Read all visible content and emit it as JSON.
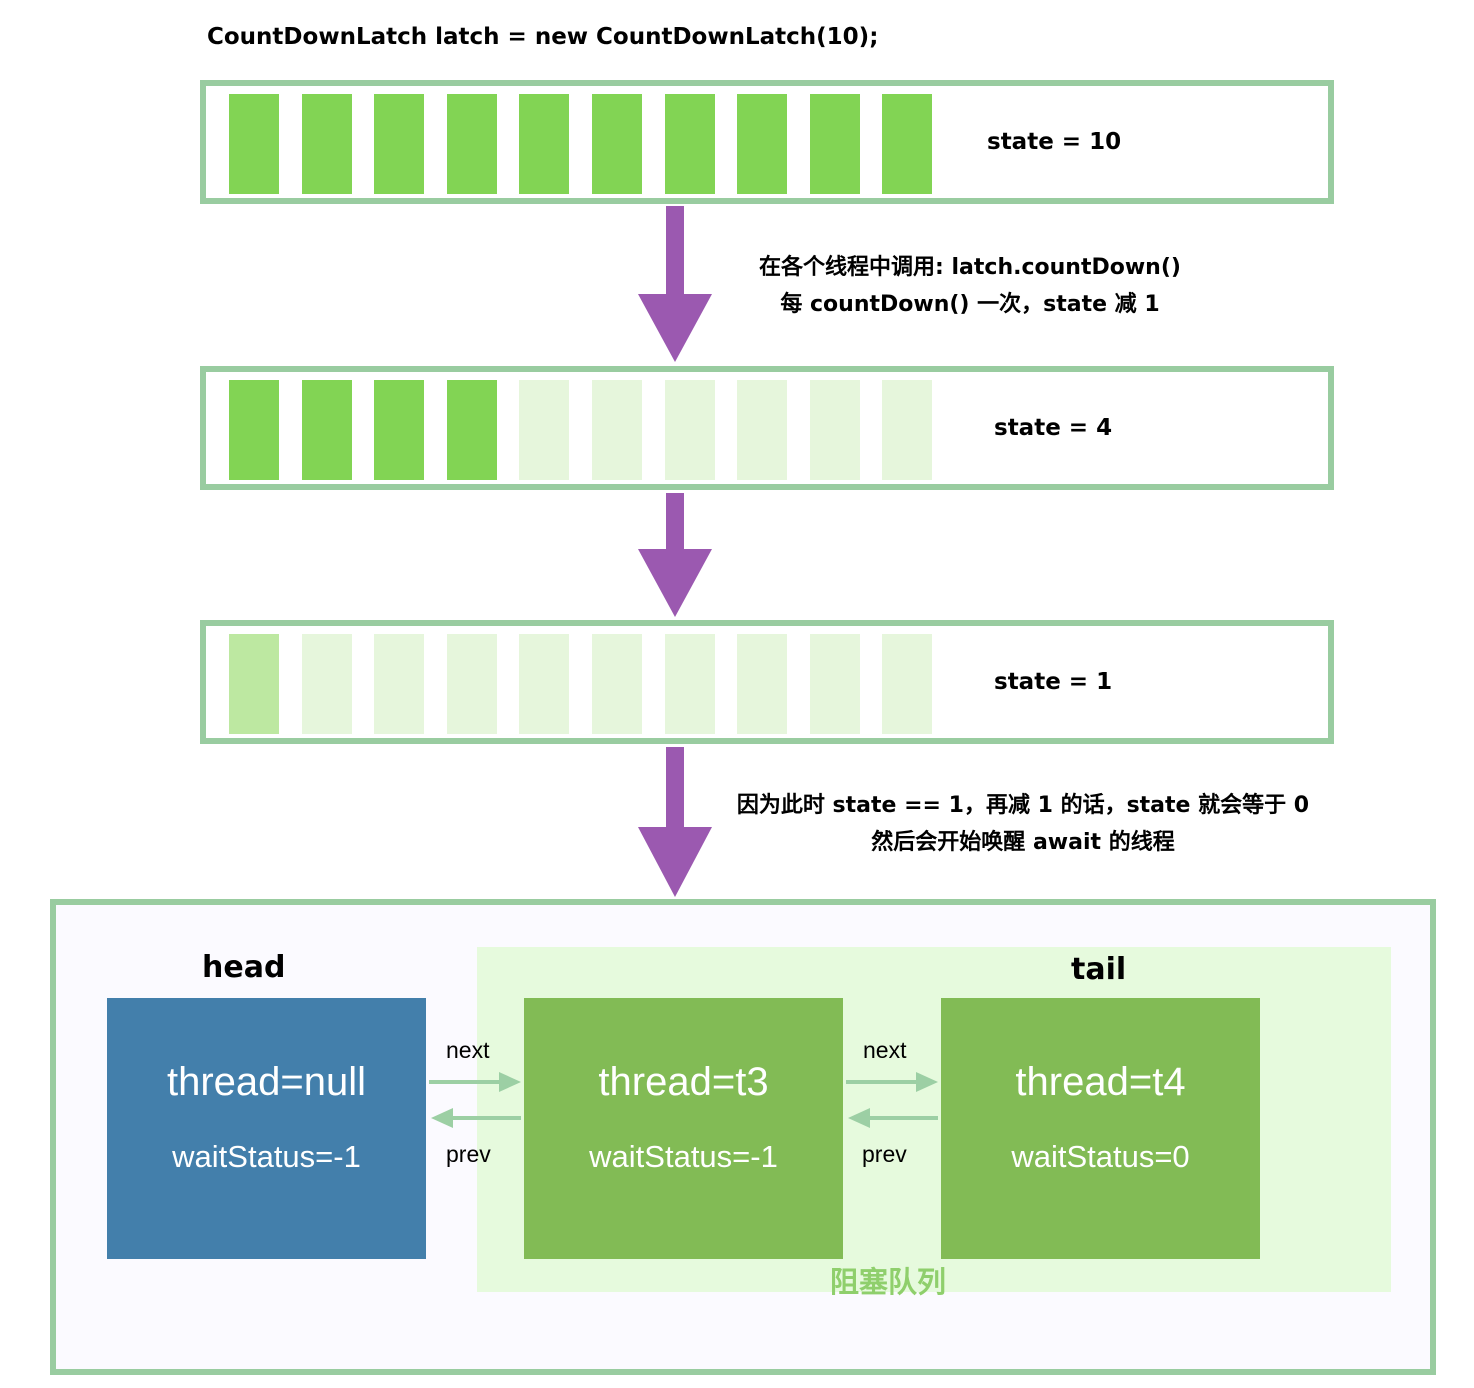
{
  "code_title": "CountDownLatch latch = new CountDownLatch(10);",
  "colors": {
    "cell_active": "#82d454",
    "cell_half": "#bde8a1",
    "cell_inactive": "#e6f6dc",
    "box_border": "#99cca0",
    "arrow": "#9b59b0",
    "head_node": "#437fab",
    "queue_node": "#82bb55",
    "link_arrow": "#9ccfa4"
  },
  "state_boxes": [
    {
      "label": "state = 10",
      "cells": [
        "active",
        "active",
        "active",
        "active",
        "active",
        "active",
        "active",
        "active",
        "active",
        "active"
      ]
    },
    {
      "label": "state = 4",
      "cells": [
        "active",
        "active",
        "active",
        "active",
        "inactive",
        "inactive",
        "inactive",
        "inactive",
        "inactive",
        "inactive"
      ]
    },
    {
      "label": "state = 1",
      "cells": [
        "half",
        "inactive",
        "inactive",
        "inactive",
        "inactive",
        "inactive",
        "inactive",
        "inactive",
        "inactive",
        "inactive"
      ]
    }
  ],
  "captions": {
    "countdown_line1": "在各个线程中调用: latch.countDown()",
    "countdown_line2": "每 countDown() 一次，state 减 1",
    "wake_line1": "因为此时 state == 1，再减 1 的话，state 就会等于 0",
    "wake_line2": "然后会开始唤醒 await 的线程"
  },
  "queue": {
    "head_label": "head",
    "tail_label": "tail",
    "queue_label": "阻塞队列",
    "nodes": [
      {
        "thread": "thread=null",
        "wait_status": "waitStatus=-1"
      },
      {
        "thread": "thread=t3",
        "wait_status": "waitStatus=-1"
      },
      {
        "thread": "thread=t4",
        "wait_status": "waitStatus=0"
      }
    ],
    "links": [
      {
        "next": "next",
        "prev": "prev"
      },
      {
        "next": "next",
        "prev": "prev"
      }
    ]
  }
}
